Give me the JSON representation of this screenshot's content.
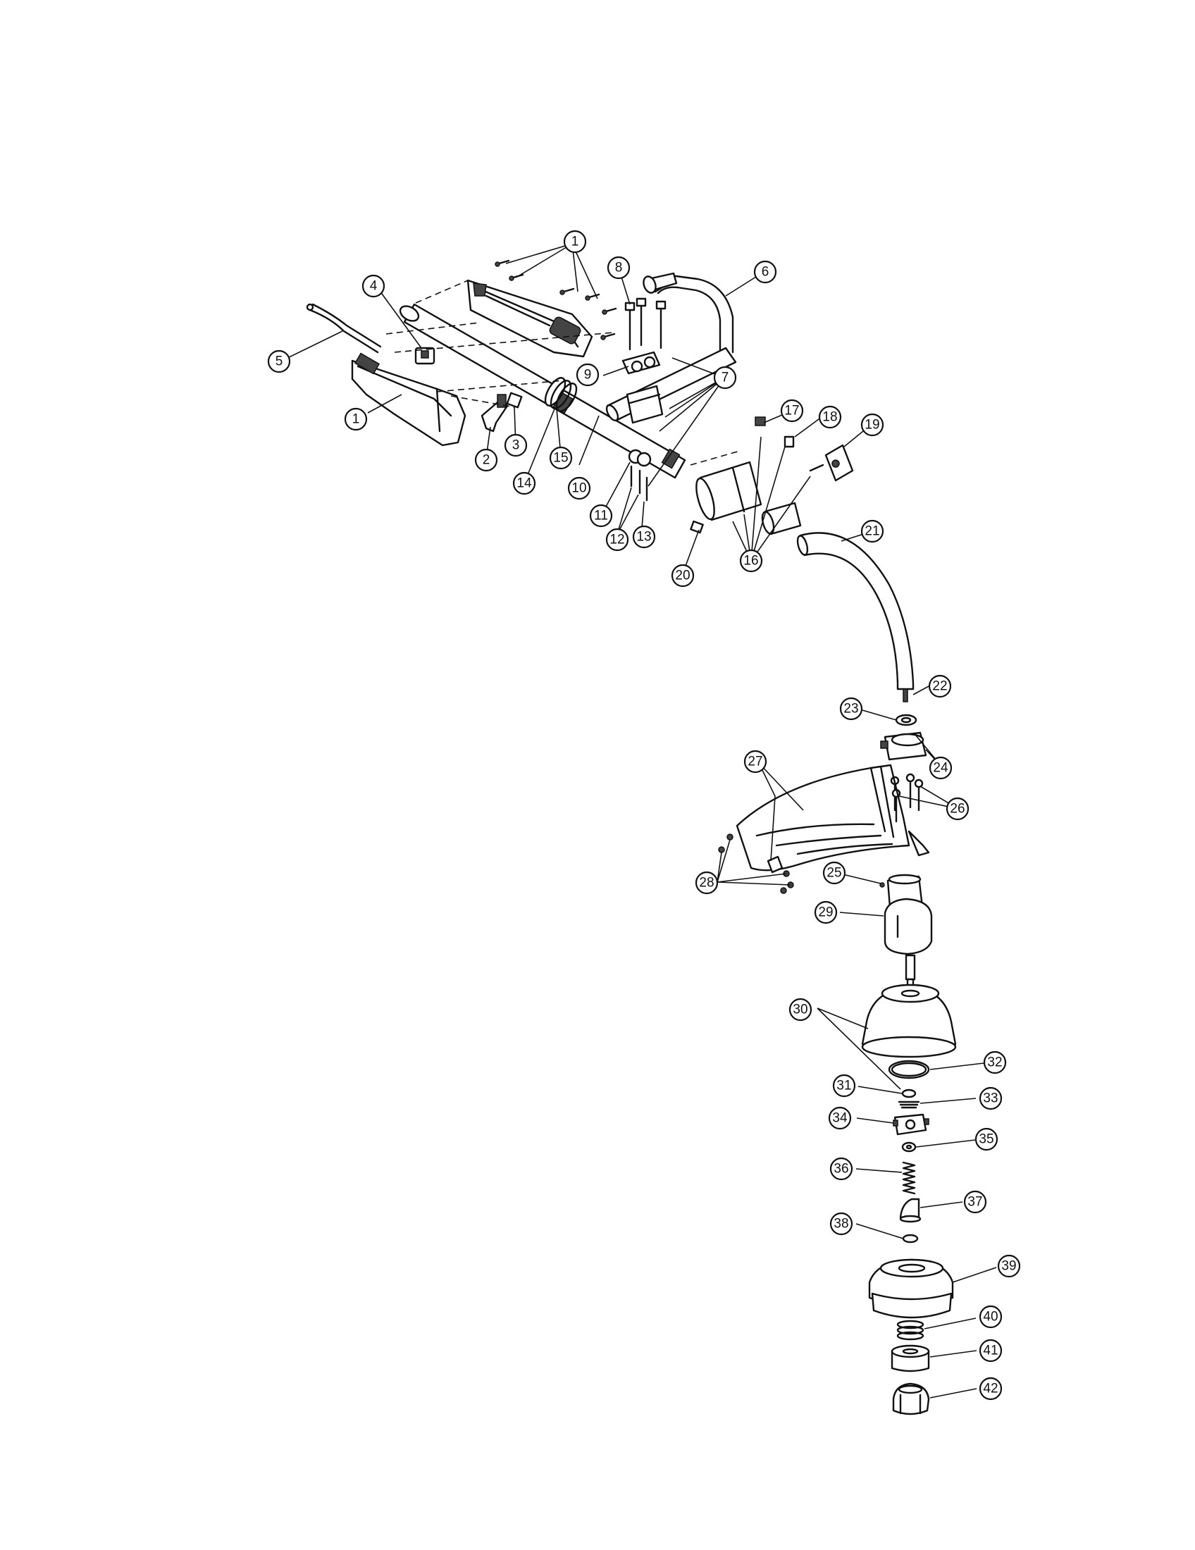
{
  "callouts": [
    "1",
    "1",
    "2",
    "3",
    "4",
    "5",
    "6",
    "7",
    "8",
    "9",
    "10",
    "11",
    "12",
    "13",
    "14",
    "15",
    "16",
    "17",
    "18",
    "19",
    "20",
    "21",
    "22",
    "23",
    "24",
    "25",
    "26",
    "27",
    "28",
    "29",
    "30",
    "31",
    "32",
    "33",
    "34",
    "35",
    "36",
    "37",
    "38",
    "39",
    "40",
    "41",
    "42"
  ]
}
